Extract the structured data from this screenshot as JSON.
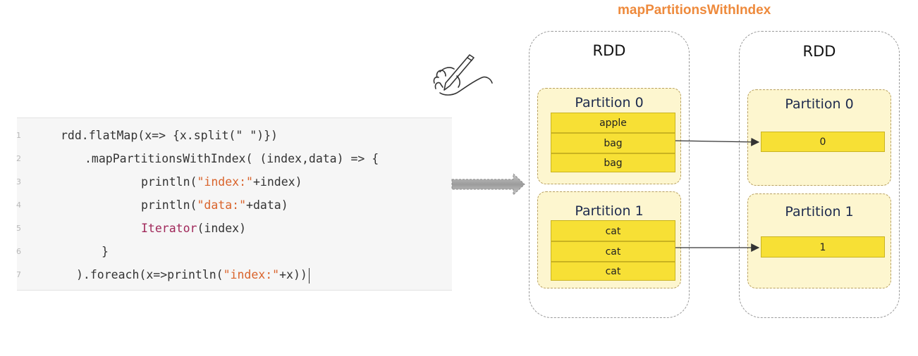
{
  "title": "mapPartitionsWithIndex",
  "code": {
    "line_numbers": [
      "1",
      "2",
      "3",
      "4",
      "5",
      "6",
      "7"
    ],
    "line1": "rdd.flatMap(x=> {x.split(\" \")})",
    "line2": ".mapPartitionsWithIndex( (index,data) => {",
    "line3_pre": "println(",
    "line3_str": "\"index:\"",
    "line3_post": "+index)",
    "line4_pre": "println(",
    "line4_str": "\"data:\"",
    "line4_post": "+data)",
    "line5_type": "Iterator",
    "line5_post": "(index)",
    "line6": "}",
    "line7_pre": ").foreach(x=>println(",
    "line7_str": "\"index:\"",
    "line7_post": "+x))"
  },
  "colors": {
    "title": "#ee8a3c",
    "string_token": "#d9632b",
    "type_token": "#a0285a",
    "cell_fill": "#f7e035",
    "partition_fill": "#fdf6cf"
  },
  "source_rdd": {
    "label": "RDD",
    "partitions": [
      {
        "label": "Partition 0",
        "items": [
          "apple",
          "bag",
          "bag"
        ]
      },
      {
        "label": "Partition 1",
        "items": [
          "cat",
          "cat",
          "cat"
        ]
      }
    ]
  },
  "result_rdd": {
    "label": "RDD",
    "partitions": [
      {
        "label": "Partition 0",
        "items": [
          "0"
        ]
      },
      {
        "label": "Partition 1",
        "items": [
          "1"
        ]
      }
    ]
  },
  "icons": {
    "hand": "hand-writing-pen-icon",
    "arrow": "block-arrow-right-icon"
  }
}
